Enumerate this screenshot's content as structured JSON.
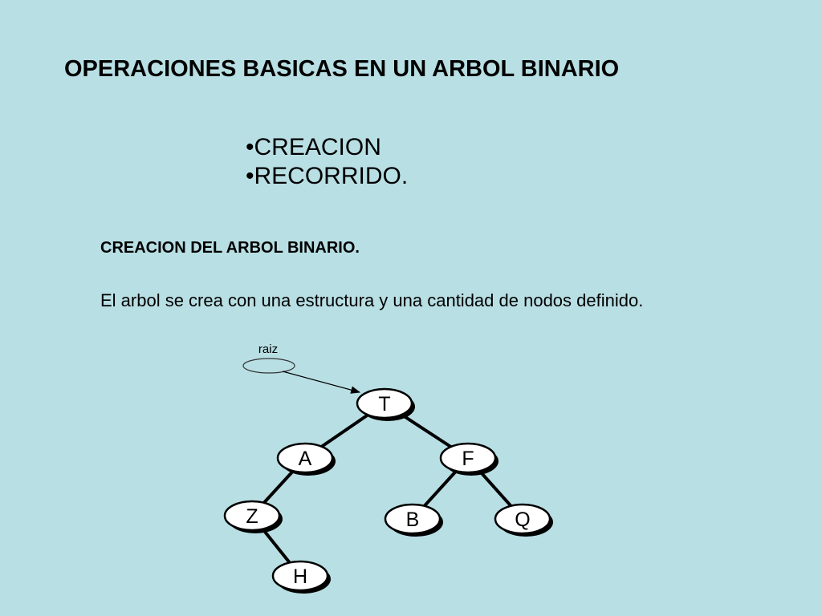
{
  "slide": {
    "background": "#b8dfe4",
    "title": "OPERACIONES BASICAS EN UN ARBOL BINARIO",
    "bullets": [
      "•CREACION",
      "•RECORRIDO."
    ],
    "subtitle": "CREACION DEL ARBOL BINARIO.",
    "description": "El arbol se crea con una estructura y una cantidad de nodos definido."
  },
  "diagram": {
    "root_pointer_label": "raiz",
    "nodes": [
      {
        "id": "T",
        "label": "T"
      },
      {
        "id": "A",
        "label": "A"
      },
      {
        "id": "F",
        "label": "F"
      },
      {
        "id": "Z",
        "label": "Z"
      },
      {
        "id": "B",
        "label": "B"
      },
      {
        "id": "Q",
        "label": "Q"
      },
      {
        "id": "H",
        "label": "H"
      }
    ],
    "edges": [
      [
        "T",
        "A"
      ],
      [
        "T",
        "F"
      ],
      [
        "A",
        "Z"
      ],
      [
        "F",
        "B"
      ],
      [
        "F",
        "Q"
      ],
      [
        "Z",
        "H"
      ]
    ],
    "root_pointer_target": "T"
  }
}
